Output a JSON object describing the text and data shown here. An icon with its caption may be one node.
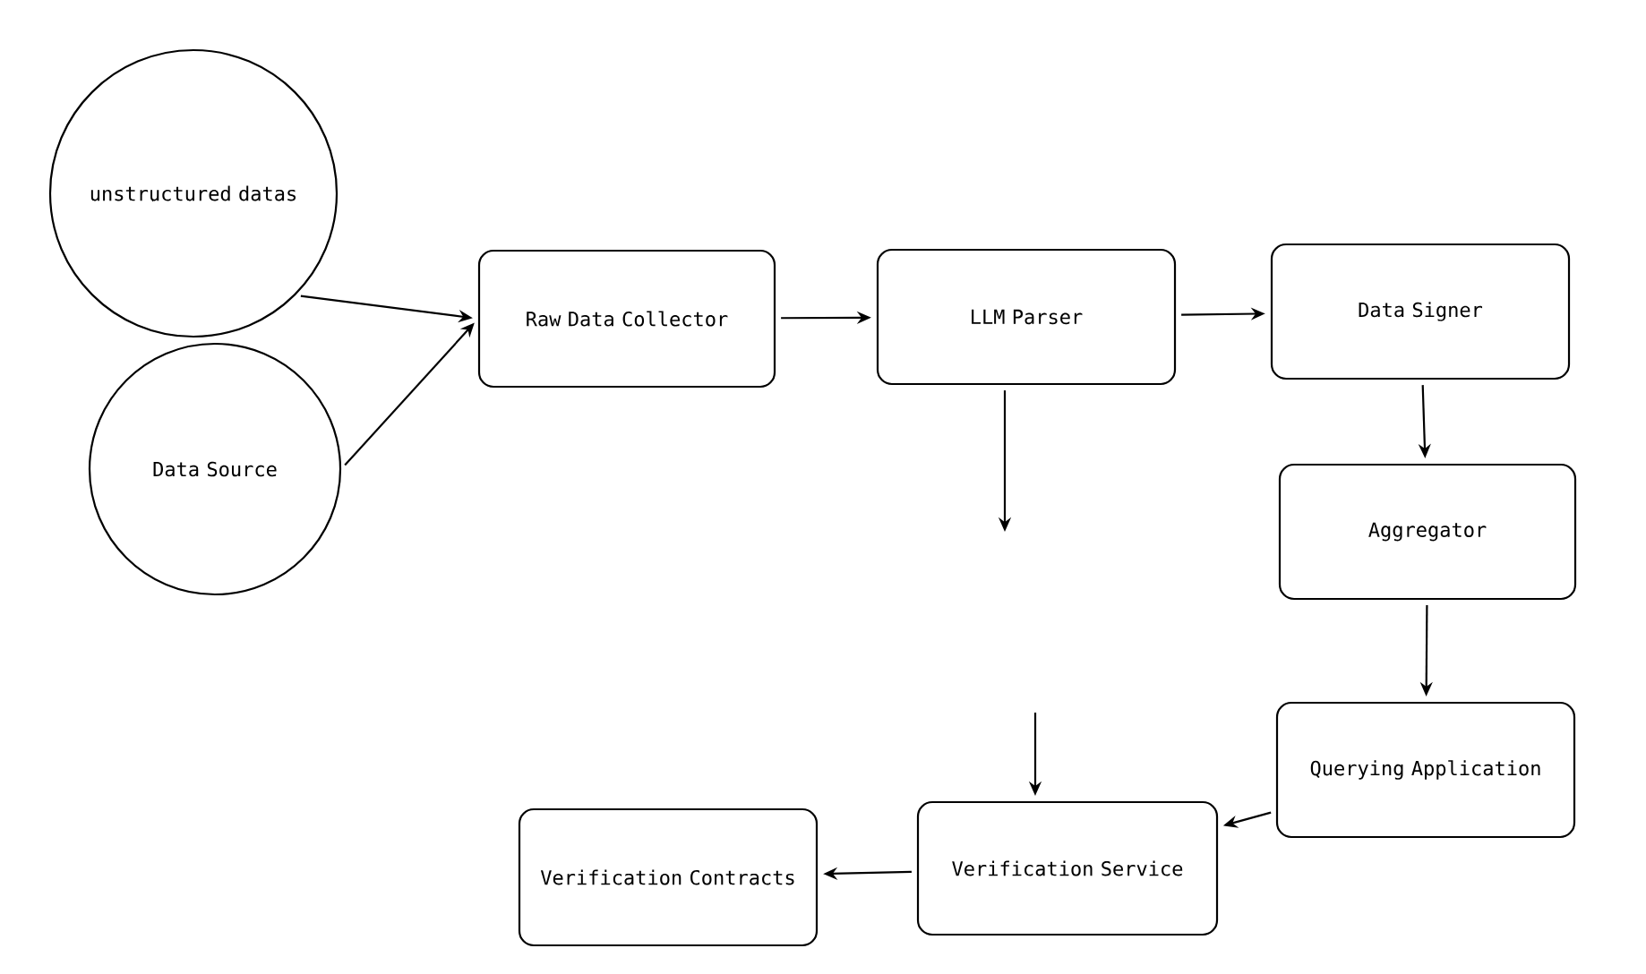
{
  "diagram": {
    "nodes": [
      {
        "text": [
          "unstructured datas"
        ]
      },
      {
        "text": [
          "Data Source"
        ]
      },
      {
        "text": [
          "Raw Data Collector"
        ]
      },
      {
        "text": [
          "LLM Parser"
        ]
      },
      {
        "text": [
          "Data Signer"
        ]
      },
      {
        "text": [
          "Aggregator"
        ]
      },
      {
        "text": [
          "Querying Application"
        ]
      },
      {
        "text": [
          "Verification Service"
        ]
      },
      {
        "text": [
          "Verification Contracts"
        ]
      }
    ],
    "edges": [
      {
        "from": 0,
        "to": 2,
        "arrow": "to"
      },
      {
        "from": 1,
        "to": 2,
        "arrow": "to"
      },
      {
        "from": 2,
        "to": 3,
        "arrow": "to"
      },
      {
        "from": 3,
        "to": 4,
        "arrow": "to"
      },
      {
        "from": 3,
        "to": null,
        "arrow": "to"
      },
      {
        "from": null,
        "to": 7,
        "arrow": "to"
      },
      {
        "from": 4,
        "to": 5,
        "arrow": "to"
      },
      {
        "from": 5,
        "to": 6,
        "arrow": "to"
      },
      {
        "from": 6,
        "to": 7,
        "arrow": "to"
      },
      {
        "from": 7,
        "to": 8,
        "arrow": "to"
      }
    ]
  }
}
